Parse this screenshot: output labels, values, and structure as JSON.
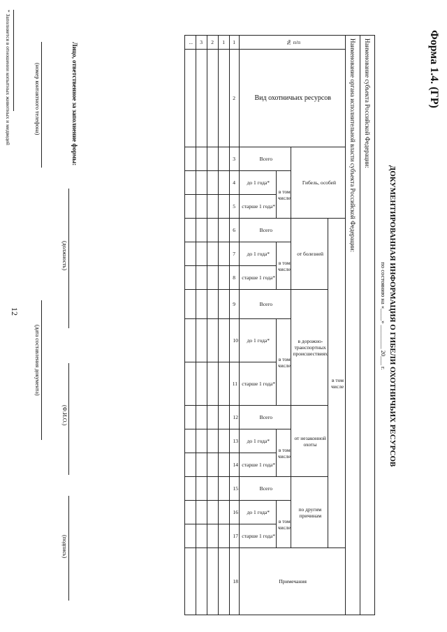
{
  "page_number": "12",
  "form_label": "Форма 1.4. (ГР)",
  "title": "ДОКУМЕНТИРОВАННАЯ ИНФОРМАЦИЯ О ГИБЕЛИ ОХОТНИЧЬИХ РЕСУРСОВ",
  "subtitle": "по состоянию на «____»  ________  20___  г.",
  "subject_name_label": "Наименование субъекта Российской Федерации:",
  "authority_name_label": "Наименование органа исполнительной власти субъекта Российской Федерации:",
  "table": {
    "col_no": "№ п/п",
    "col_species": "Вид охотничьих ресурсов",
    "col_deaths": "Гибель, особей",
    "col_in_that": "в том числе",
    "col_disease": "от болезней",
    "col_road": "в дорожно-транспортных происшествиях",
    "col_illegal": "от незаконной охоты",
    "col_other": "по другим причинам",
    "col_total": "Всего",
    "col_under1": "до 1 года*",
    "col_over1": "старше 1 года*",
    "col_notes": "Примечания",
    "column_numbers": [
      "1",
      "2",
      "3",
      "4",
      "5",
      "6",
      "7",
      "8",
      "9",
      "10",
      "11",
      "12",
      "13",
      "14",
      "15",
      "16",
      "17",
      "18"
    ],
    "rows": [
      "1",
      "2",
      "3",
      "..."
    ]
  },
  "signature": {
    "responsible_label": "Лицо, ответственное за заполнение формы:",
    "position_caption": "(должность)",
    "fio_caption": "(Ф.И.О.)",
    "signature_caption": "(подпись)",
    "phone_caption": "(номер контактного телефона)",
    "date_caption": "(дата составления документа)"
  },
  "footnote": "* Заполняется в отношении копытных животных и медведей"
}
